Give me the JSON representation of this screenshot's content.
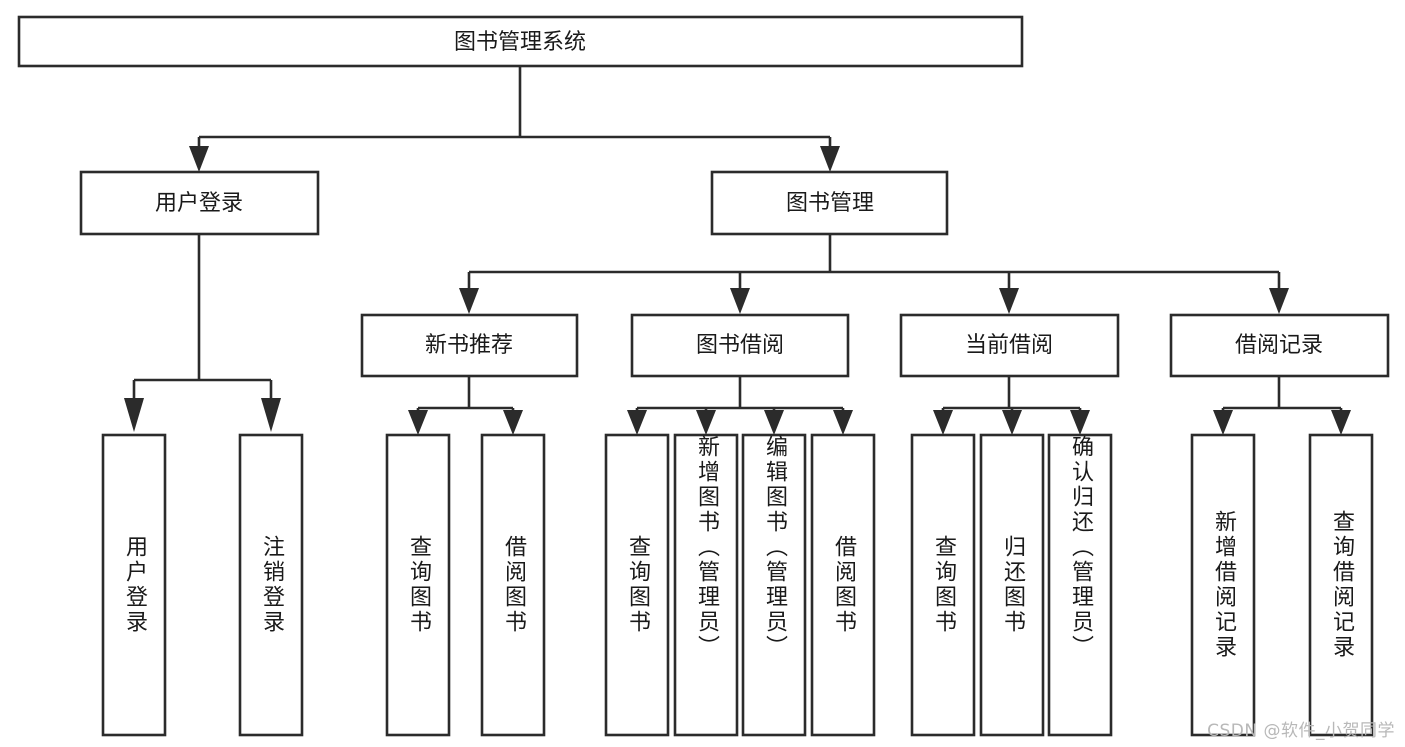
{
  "diagram": {
    "title_node": {
      "label": "图书管理系统"
    },
    "level2": [
      {
        "label": "用户登录"
      },
      {
        "label": "图书管理"
      }
    ],
    "level3": [
      {
        "label": "新书推荐"
      },
      {
        "label": "图书借阅"
      },
      {
        "label": "当前借阅"
      },
      {
        "label": "借阅记录"
      }
    ],
    "leaves": {
      "user_login": [
        {
          "label": "用户登录"
        },
        {
          "label": "注销登录"
        }
      ],
      "new_book_recommend": [
        {
          "label": "查询图书"
        },
        {
          "label": "借阅图书"
        }
      ],
      "book_borrow": [
        {
          "label": "查询图书"
        },
        {
          "label": "新增图书（管理员）"
        },
        {
          "label": "编辑图书（管理员）"
        },
        {
          "label": "借阅图书"
        }
      ],
      "current_borrow": [
        {
          "label": "查询图书"
        },
        {
          "label": "归还图书"
        },
        {
          "label": "确认归还（管理员）"
        }
      ],
      "borrow_record": [
        {
          "label": "新增借阅记录"
        },
        {
          "label": "查询借阅记录"
        }
      ]
    }
  },
  "watermark": {
    "text": "CSDN @软件_小贺同学"
  },
  "colors": {
    "box_border": "#2b2b2b",
    "box_fill": "#ffffff",
    "text": "#1a1a1a",
    "watermark": "#b8b8b8",
    "background": "#ffffff"
  }
}
